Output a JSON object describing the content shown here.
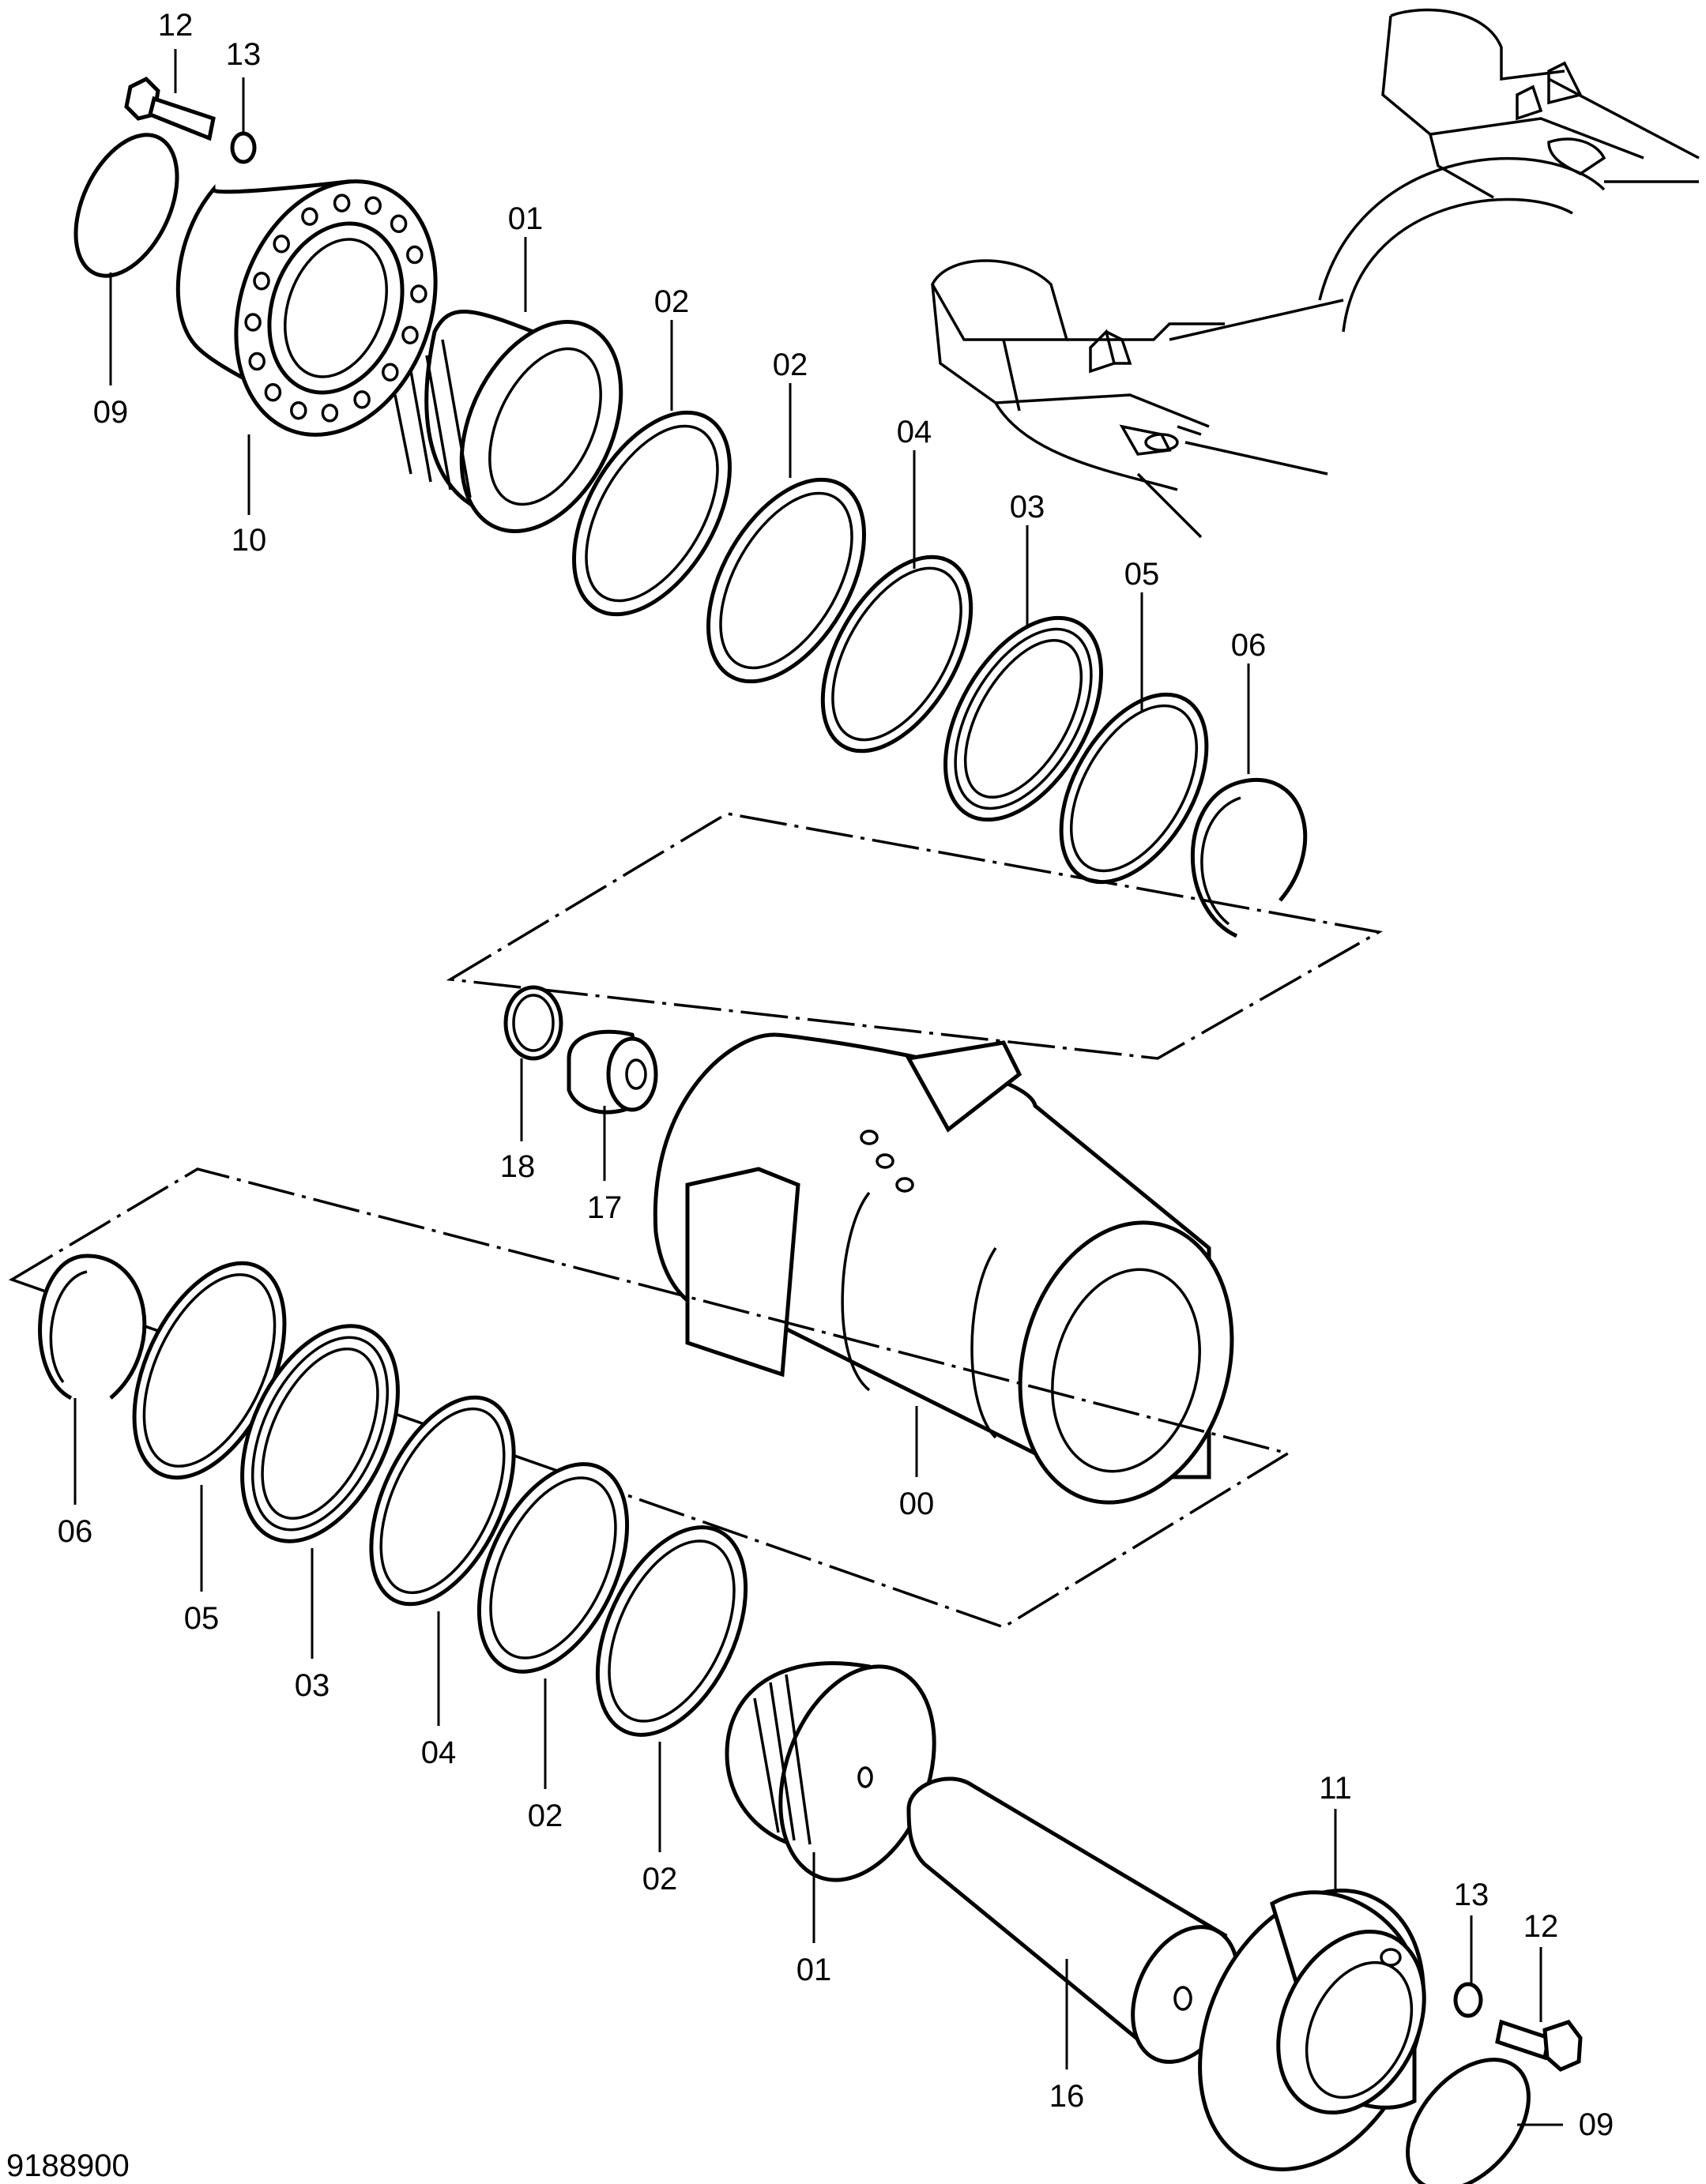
{
  "drawing_number": "9188900",
  "callouts": {
    "c12_top": "12",
    "c13_top": "13",
    "c09_top": "09",
    "c10": "10",
    "c01_top": "01",
    "c02_top_a": "02",
    "c02_top_b": "02",
    "c04_top": "04",
    "c03_top": "03",
    "c05_top": "05",
    "c06_top": "06",
    "c18": "18",
    "c17": "17",
    "c00": "00",
    "c06_bot": "06",
    "c05_bot": "05",
    "c03_bot": "03",
    "c04_bot": "04",
    "c02_bot_a": "02",
    "c02_bot_b": "02",
    "c01_bot": "01",
    "c16": "16",
    "c11": "11",
    "c13_bot": "13",
    "c12_bot": "12",
    "c09_bot": "09"
  }
}
